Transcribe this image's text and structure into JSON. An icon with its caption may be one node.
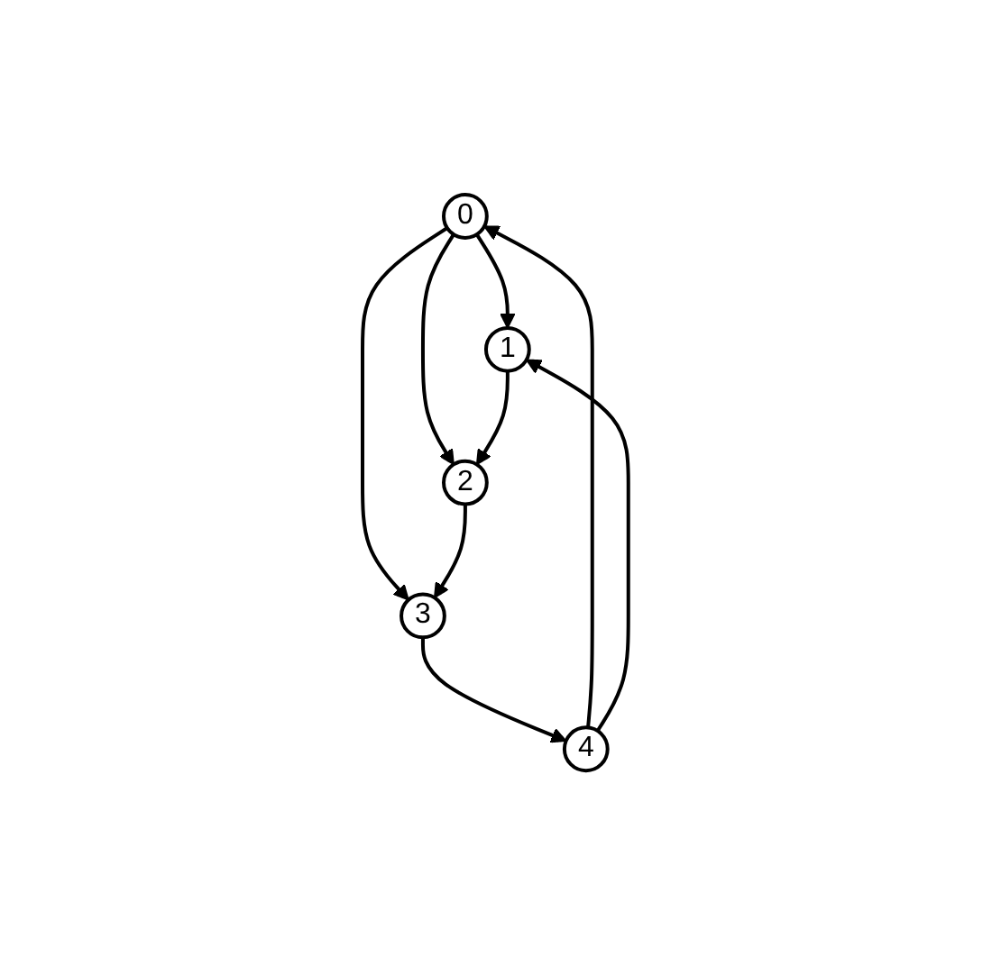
{
  "diagram": {
    "nodes": [
      {
        "text": [
          "0"
        ]
      },
      {
        "text": [
          "1"
        ]
      },
      {
        "text": [
          "2"
        ]
      },
      {
        "text": [
          "3"
        ]
      },
      {
        "text": [
          "4"
        ]
      }
    ],
    "edges": [
      {
        "from": 0,
        "to": 1,
        "arrow": "to"
      },
      {
        "from": 0,
        "to": 2,
        "arrow": "to"
      },
      {
        "from": 0,
        "to": 3,
        "arrow": "to"
      },
      {
        "from": 1,
        "to": 2,
        "arrow": "to"
      },
      {
        "from": 2,
        "to": 3,
        "arrow": "to"
      },
      {
        "from": 3,
        "to": 4,
        "arrow": "to"
      },
      {
        "from": 4,
        "to": 0,
        "arrow": "to"
      },
      {
        "from": 4,
        "to": 1,
        "arrow": "to"
      }
    ]
  }
}
